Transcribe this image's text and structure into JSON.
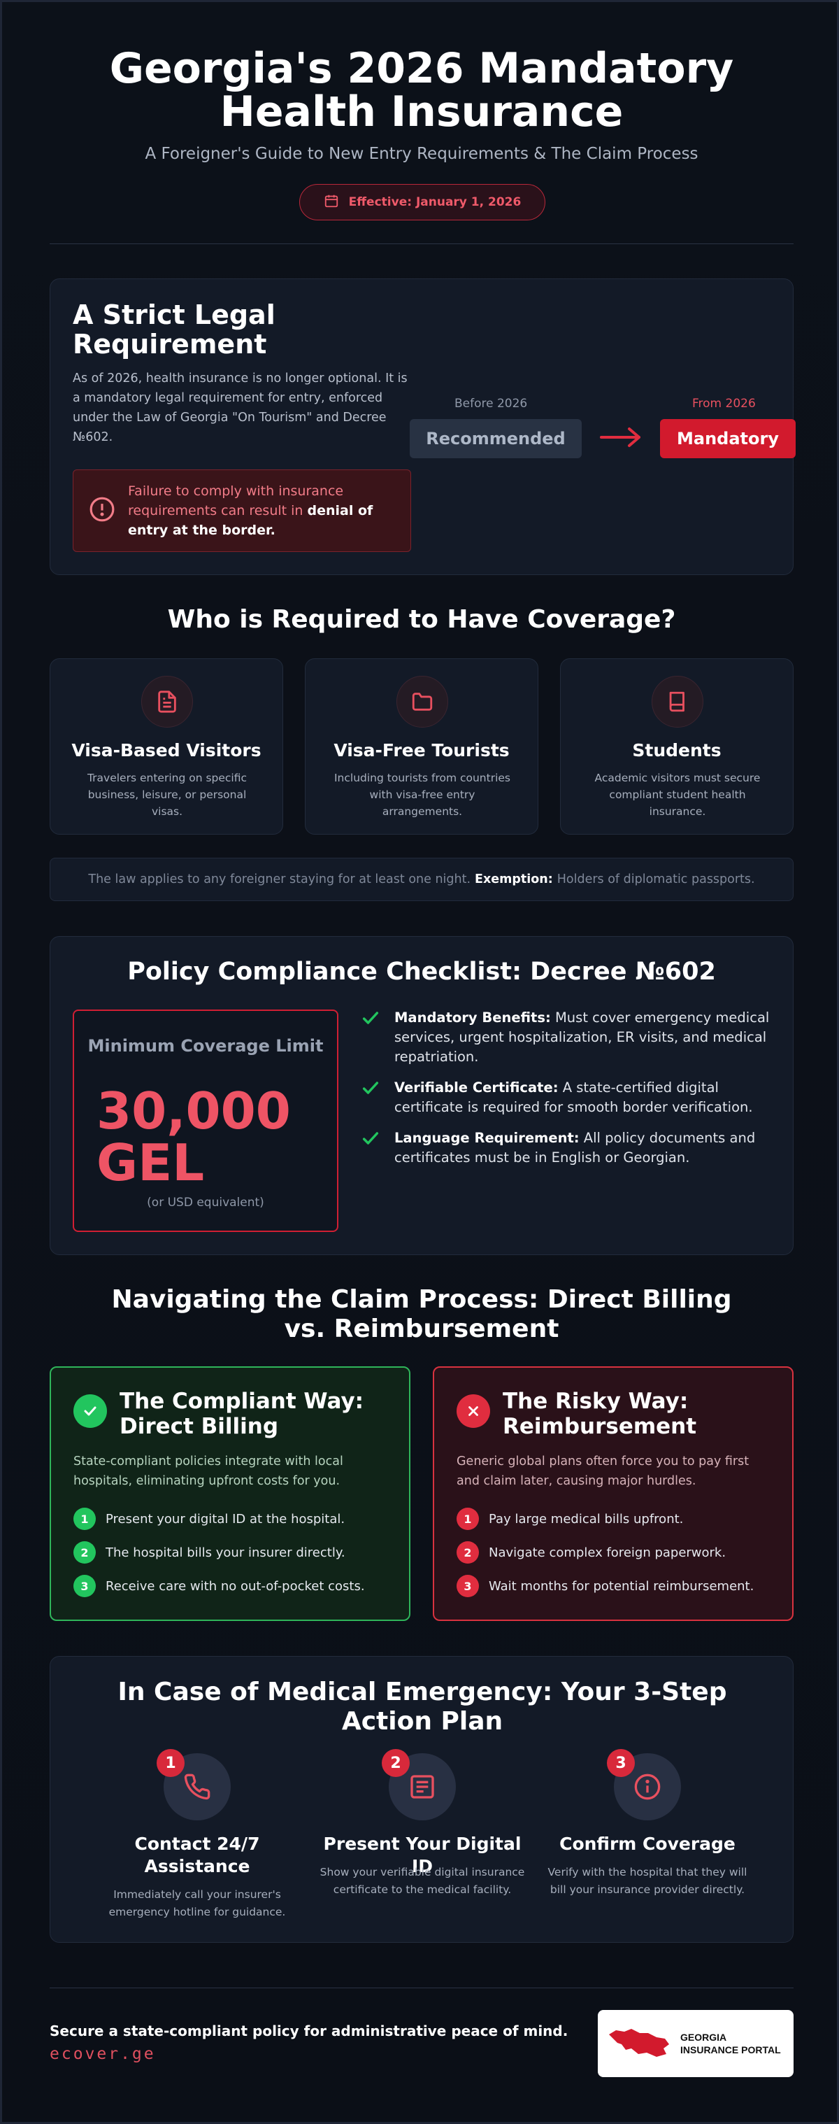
{
  "header": {
    "title_line1": "Georgia's 2026 Mandatory",
    "title_line2": "Health Insurance",
    "subtitle": "A Foreigner's Guide to New Entry Requirements & The Claim Process",
    "effective": "Effective: January 1, 2026",
    "effective_icon": "calendar-icon"
  },
  "legal": {
    "title": "A Strict Legal Requirement",
    "body": "As of 2026, health insurance is no longer optional. It is a mandatory legal requirement for entry, enforced under the Law of Georgia \"On Tourism\" and Decree №602.",
    "warning_prefix": "Failure to comply with insurance requirements can result in",
    "warning_bold": "denial of entry at the border.",
    "before_label": "Before 2026",
    "before_value": "Recommended",
    "after_label": "From 2026",
    "after_value": "Mandatory"
  },
  "who": {
    "title": "Who is Required to Have Coverage?",
    "cards": [
      {
        "icon": "document-icon",
        "title": "Visa-Based Visitors",
        "desc": "Travelers entering on specific business, leisure, or personal visas."
      },
      {
        "icon": "folder-icon",
        "title": "Visa-Free Tourists",
        "desc": "Including tourists from countries with visa-free entry arrangements."
      },
      {
        "icon": "book-icon",
        "title": "Students",
        "desc": "Academic visitors must secure compliant student health insurance."
      }
    ],
    "note_text": "The law applies to any foreigner staying for at least one night.",
    "note_bold": "Exemption:",
    "note_tail": "Holders of diplomatic passports."
  },
  "checklist": {
    "title": "Policy Compliance Checklist: Decree №602",
    "limit_label": "Minimum Coverage Limit",
    "limit_value_line1": "30,000",
    "limit_value_line2": "GEL",
    "limit_sub": "(or USD equivalent)",
    "items": [
      {
        "bold": "Mandatory Benefits:",
        "text": "Must cover emergency medical services, urgent hospitalization, ER visits, and medical repatriation."
      },
      {
        "bold": "Verifiable Certificate:",
        "text": "A state-certified digital certificate is required for smooth border verification."
      },
      {
        "bold": "Language Requirement:",
        "text": "All policy documents and certificates must be in English or Georgian."
      }
    ]
  },
  "claims": {
    "title": "Navigating the Claim Process: Direct Billing vs. Reimbursement",
    "good": {
      "title": "The Compliant Way: Direct Billing",
      "desc": "State-compliant policies integrate with local hospitals, eliminating upfront costs for you.",
      "steps": [
        "Present your digital ID at the hospital.",
        "The hospital bills your insurer directly.",
        "Receive care with no out-of-pocket costs."
      ],
      "color": "#22c55e"
    },
    "bad": {
      "title": "The Risky Way: Reimbursement",
      "desc": "Generic global plans often force you to pay first and claim later, causing major hurdles.",
      "steps": [
        "Pay large medical bills upfront.",
        "Navigate complex foreign paperwork.",
        "Wait months for potential reimbursement."
      ],
      "color": "#e02d3f"
    }
  },
  "emergency": {
    "title": "In Case of Medical Emergency: Your 3-Step Action Plan",
    "steps": [
      {
        "num": "1",
        "icon": "phone-icon",
        "title": "Contact 24/7 Assistance",
        "desc": "Immediately call your insurer's emergency hotline for guidance."
      },
      {
        "num": "2",
        "icon": "id-card-icon",
        "title": "Present Your Digital ID",
        "desc": "Show your verifiable digital insurance certificate to the medical facility."
      },
      {
        "num": "3",
        "icon": "info-icon",
        "title": "Confirm Coverage",
        "desc": "Verify with the hospital that they will bill your insurance provider directly."
      }
    ]
  },
  "footer": {
    "tagline": "Secure a state-compliant policy for administrative peace of mind.",
    "url": "ecover.ge",
    "portal_line1": "GEORGIA",
    "portal_line2": "INSURANCE PORTAL"
  },
  "colors": {
    "accent_red": "#e02d3f",
    "accent_green": "#22c55e",
    "background": "#0b0f17",
    "card": "#131a27"
  }
}
